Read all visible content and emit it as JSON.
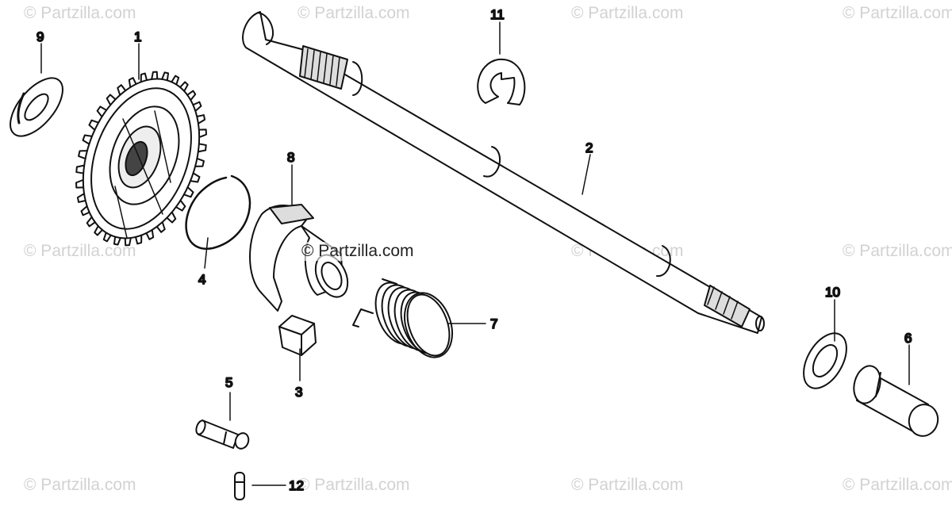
{
  "watermark": "© Partzilla.com",
  "center_watermark": "© Partzilla.com",
  "parts": [
    {
      "number": "1",
      "name": "gear"
    },
    {
      "number": "2",
      "name": "shaft"
    },
    {
      "number": "3",
      "name": "key"
    },
    {
      "number": "4",
      "name": "circlip"
    },
    {
      "number": "5",
      "name": "pin"
    },
    {
      "number": "6",
      "name": "collar"
    },
    {
      "number": "7",
      "name": "spring"
    },
    {
      "number": "8",
      "name": "ratchet"
    },
    {
      "number": "9",
      "name": "washer"
    },
    {
      "number": "10",
      "name": "washer"
    },
    {
      "number": "11",
      "name": "e-clip"
    },
    {
      "number": "12",
      "name": "dowel-pin"
    }
  ],
  "colors": {
    "line": "#111111",
    "watermark": "#d2d2d2"
  }
}
